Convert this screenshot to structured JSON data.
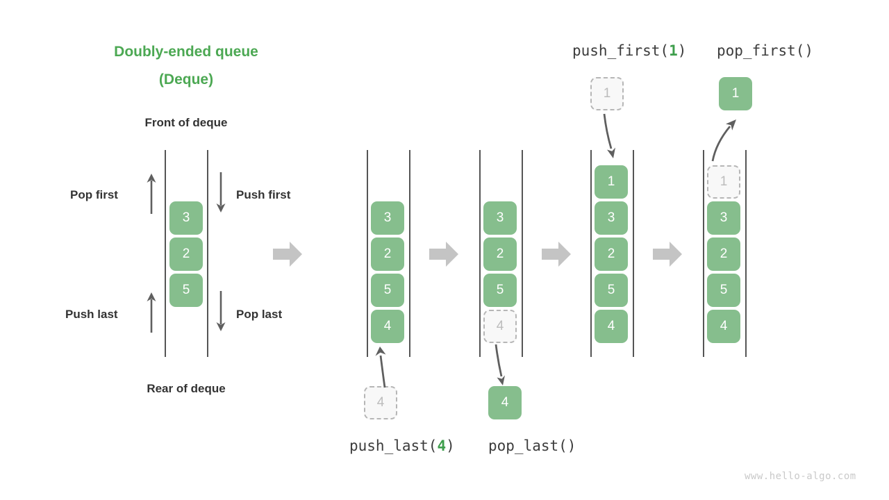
{
  "diagram": {
    "title_line1": "Doubly-ended queue",
    "title_line2": "(Deque)",
    "front_label": "Front of deque",
    "rear_label": "Rear of deque",
    "watermark": "www.hello-algo.com",
    "accent_green": "#4ca853",
    "cell_green": "#86be8d",
    "ghost_gray": "#bcbcbc",
    "block_arrow_gray": "#c4c4c4",
    "thin_arrow_gray": "#5f5f5f",
    "rail_gray": "#555555"
  },
  "operations_left": [
    {
      "name": "pop-first",
      "label": "Pop first",
      "direction": "up"
    },
    {
      "name": "push-last",
      "label": "Push last",
      "direction": "up"
    }
  ],
  "operations_right": [
    {
      "name": "push-first",
      "label": "Push first",
      "direction": "down"
    },
    {
      "name": "pop-last",
      "label": "Pop last",
      "direction": "down"
    }
  ],
  "code_labels": {
    "push_first": {
      "prefix": "push_first(",
      "arg": "1",
      "suffix": ")"
    },
    "pop_first": {
      "text": "pop_first()"
    },
    "push_last": {
      "prefix": "push_last(",
      "arg": "4",
      "suffix": ")"
    },
    "pop_last": {
      "text": "pop_last()"
    }
  },
  "columns": [
    {
      "name": "initial-deque",
      "cells": [
        {
          "value": "3",
          "state": "solid"
        },
        {
          "value": "2",
          "state": "solid"
        },
        {
          "value": "5",
          "state": "solid"
        }
      ]
    },
    {
      "name": "after-push-last",
      "cells": [
        {
          "value": "3",
          "state": "solid"
        },
        {
          "value": "2",
          "state": "solid"
        },
        {
          "value": "5",
          "state": "solid"
        },
        {
          "value": "4",
          "state": "solid"
        }
      ],
      "floating_below": {
        "value": "4",
        "state": "ghost"
      }
    },
    {
      "name": "after-pop-last",
      "cells": [
        {
          "value": "3",
          "state": "solid"
        },
        {
          "value": "2",
          "state": "solid"
        },
        {
          "value": "5",
          "state": "solid"
        },
        {
          "value": "4",
          "state": "ghost"
        }
      ],
      "floating_below": {
        "value": "4",
        "state": "solid"
      }
    },
    {
      "name": "after-push-first",
      "cells": [
        {
          "value": "1",
          "state": "solid"
        },
        {
          "value": "3",
          "state": "solid"
        },
        {
          "value": "2",
          "state": "solid"
        },
        {
          "value": "5",
          "state": "solid"
        },
        {
          "value": "4",
          "state": "solid"
        }
      ],
      "floating_above": {
        "value": "1",
        "state": "ghost"
      }
    },
    {
      "name": "after-pop-first",
      "cells": [
        {
          "value": "1",
          "state": "ghost"
        },
        {
          "value": "3",
          "state": "solid"
        },
        {
          "value": "2",
          "state": "solid"
        },
        {
          "value": "5",
          "state": "solid"
        },
        {
          "value": "4",
          "state": "solid"
        }
      ],
      "floating_above": {
        "value": "1",
        "state": "solid"
      }
    }
  ]
}
